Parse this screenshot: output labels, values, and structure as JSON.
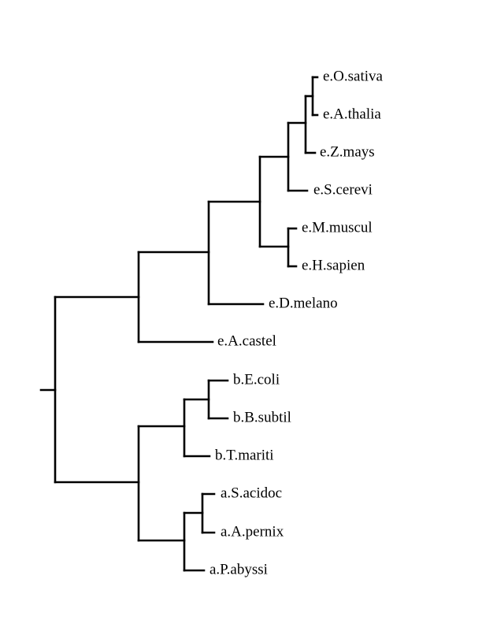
{
  "tree": {
    "leaves": [
      {
        "id": "osativa",
        "label": "e.O.sativa"
      },
      {
        "id": "athalia",
        "label": "e.A.thalia"
      },
      {
        "id": "zmays",
        "label": "e.Z.mays"
      },
      {
        "id": "scerevi",
        "label": "e.S.cerevi"
      },
      {
        "id": "mmuscul",
        "label": "e.M.muscul"
      },
      {
        "id": "hsapien",
        "label": "e.H.sapien"
      },
      {
        "id": "dmelano",
        "label": "e.D.melano"
      },
      {
        "id": "acastel",
        "label": "e.A.castel"
      },
      {
        "id": "ecoli",
        "label": "b.E.coli"
      },
      {
        "id": "bsubtil",
        "label": "b.B.subtil"
      },
      {
        "id": "tmariti",
        "label": "b.T.mariti"
      },
      {
        "id": "sacidoc",
        "label": "a.S.acidoc"
      },
      {
        "id": "apernix",
        "label": "a.A.pernix"
      },
      {
        "id": "pabyssi",
        "label": "a.P.abyssi"
      }
    ]
  }
}
